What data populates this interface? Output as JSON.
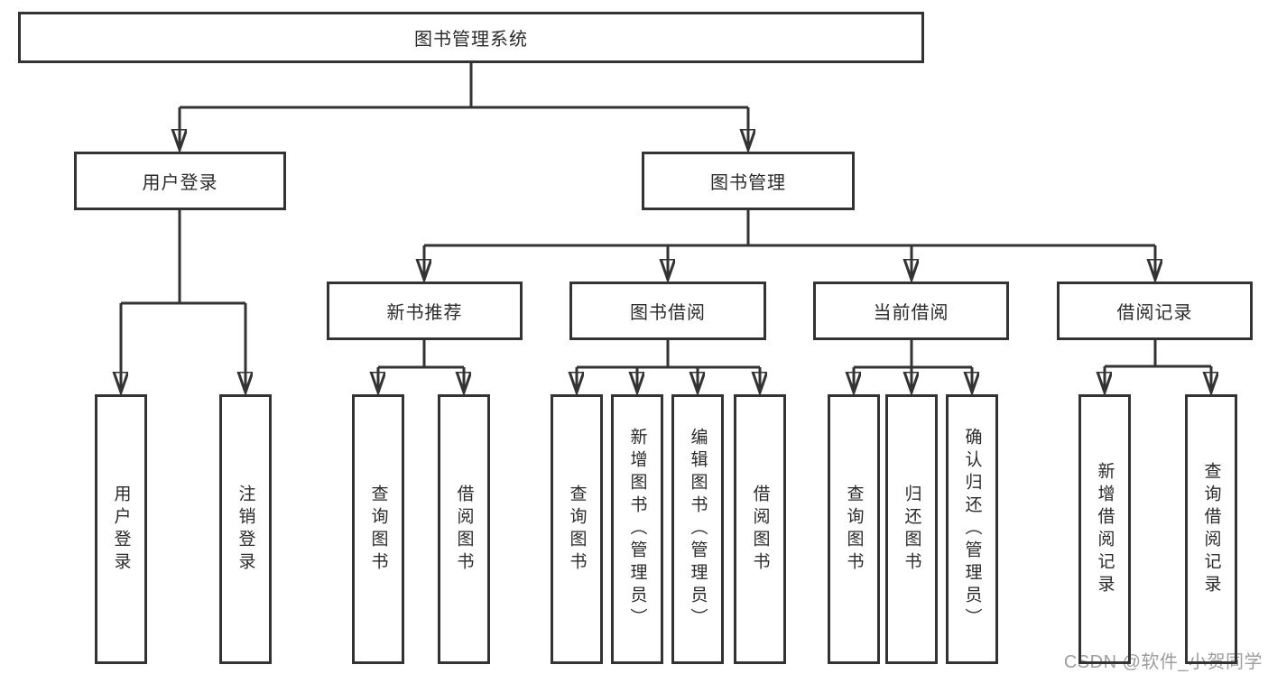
{
  "colors": {
    "line": "#333333",
    "text": "#2b2b2b",
    "watermark": "#9e9e9e",
    "background": "#ffffff"
  },
  "watermark": {
    "text": "CSDN @软件_小贺同学"
  },
  "tree": {
    "root": "图书管理系统",
    "branches": [
      {
        "label": "用户登录",
        "children": [
          "用户登录",
          "注销登录"
        ]
      },
      {
        "label": "图书管理",
        "groups": [
          {
            "label": "新书推荐",
            "children": [
              "查询图书",
              "借阅图书"
            ]
          },
          {
            "label": "图书借阅",
            "children": [
              "查询图书",
              "新增图书（管理员）",
              "编辑图书（管理员）",
              "借阅图书"
            ]
          },
          {
            "label": "当前借阅",
            "children": [
              "查询图书",
              "归还图书",
              "确认归还（管理员）"
            ]
          },
          {
            "label": "借阅记录",
            "children": [
              "新增借阅记录",
              "查询借阅记录"
            ]
          }
        ]
      }
    ]
  }
}
